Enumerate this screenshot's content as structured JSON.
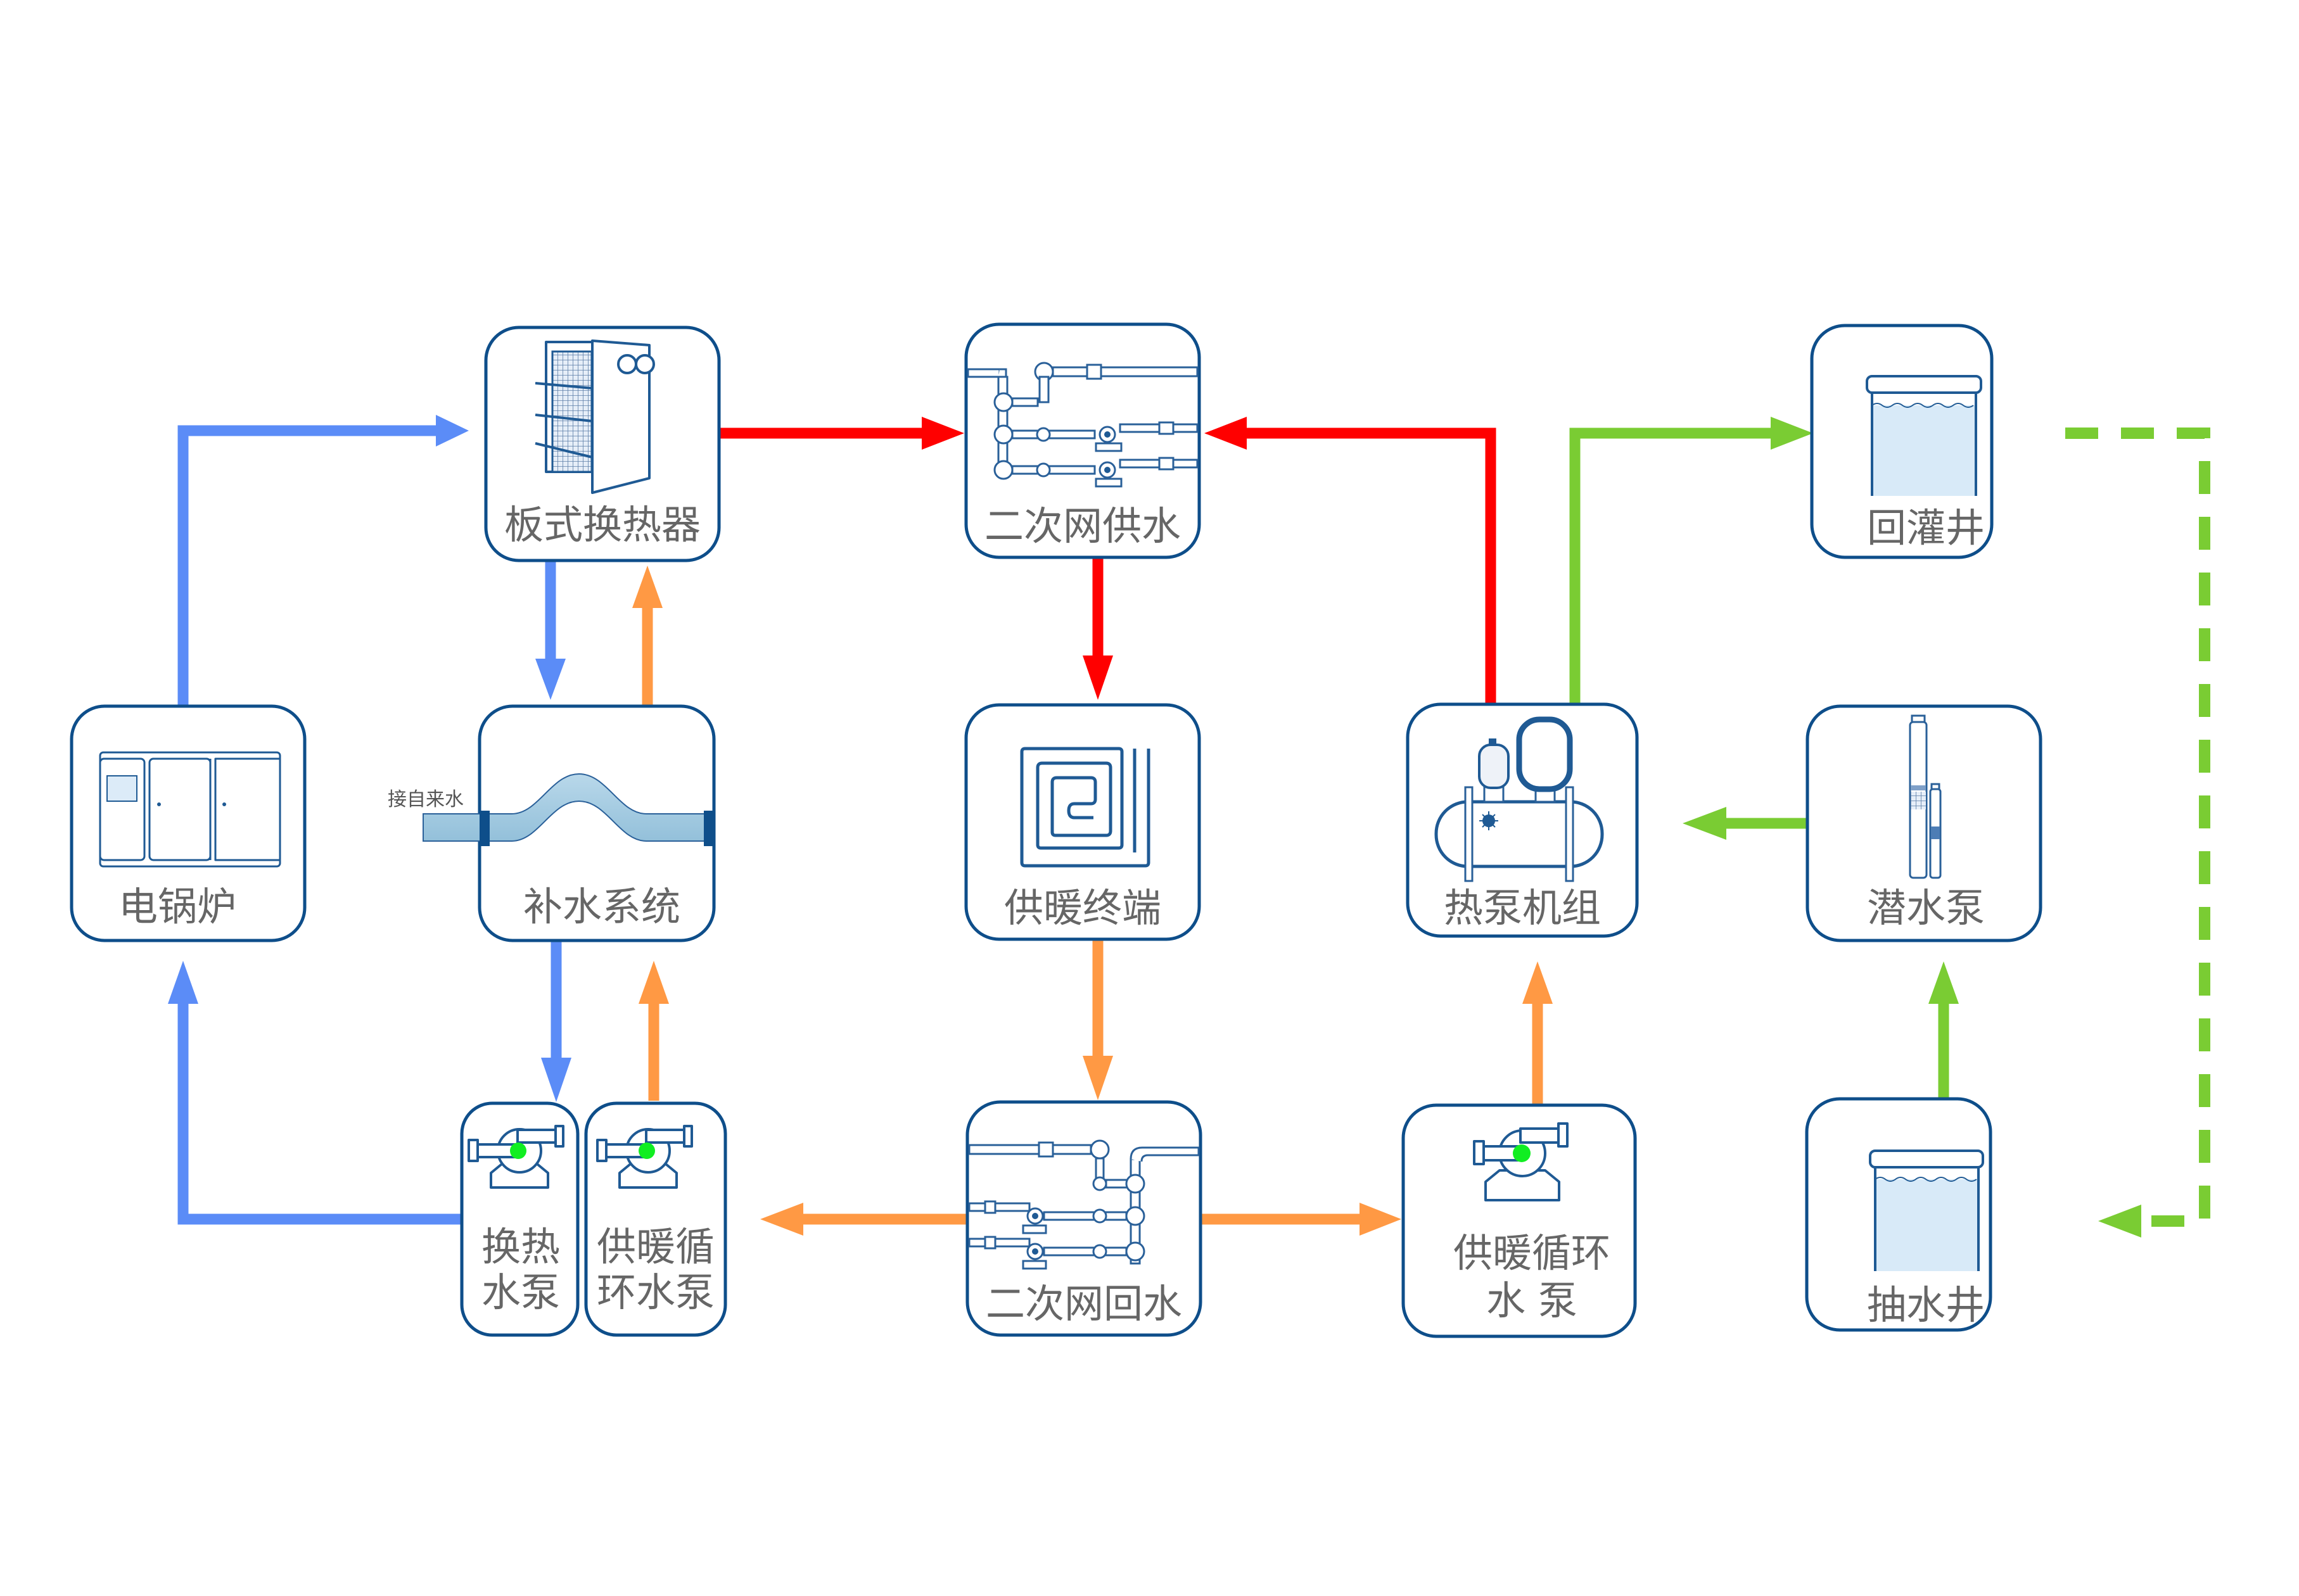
{
  "title": "Heat pump + electric boiler heating system flow diagram",
  "colors": {
    "box_border": "#0E4E8A",
    "label_text": "#666666",
    "boiler_loop": "#5B8CF7",
    "supply_hot": "#FF0000",
    "return_warm": "#FF9944",
    "groundwater": "#7ACC33",
    "pump_indicator": "#11EE22",
    "well_water": "#D8EAF8"
  },
  "nodes": {
    "plate_hx": {
      "label": "板式换热器",
      "icon": "plate-heat-exchanger-icon"
    },
    "secondary_supply": {
      "label": "二次网供水",
      "icon": "pipe-manifold-icon"
    },
    "reinjection_well": {
      "label": "回灌井",
      "icon": "well-icon"
    },
    "electric_boiler": {
      "label": "电锅炉",
      "icon": "electric-boiler-icon"
    },
    "makeup_water": {
      "label": "补水系统",
      "icon": "pipe-loop-icon",
      "inlet_label": "接自来水"
    },
    "heating_terminal": {
      "label": "供暖终端",
      "icon": "floor-heating-coil-icon"
    },
    "heat_pump_unit": {
      "label": "热泵机组",
      "icon": "heat-pump-unit-icon"
    },
    "submersible_pump": {
      "label": "潜水泵",
      "icon": "submersible-pump-icon"
    },
    "hx_pump": {
      "label_lines": [
        "换热",
        "水泵"
      ],
      "icon": "centrifugal-pump-icon"
    },
    "circ_pump_left": {
      "label_lines": [
        "供暖循",
        "环水泵"
      ],
      "icon": "centrifugal-pump-icon"
    },
    "secondary_return": {
      "label": "二次网回水",
      "icon": "pipe-manifold-icon"
    },
    "circ_pump_right": {
      "label_lines": [
        "供暖循环",
        "水 泵"
      ],
      "icon": "centrifugal-pump-icon"
    },
    "pumping_well": {
      "label": "抽水井",
      "icon": "well-icon"
    }
  },
  "flows": [
    {
      "from": "electric_boiler",
      "to": "plate_hx",
      "color": "boiler_loop",
      "style": "solid"
    },
    {
      "from": "plate_hx",
      "to": "makeup_water",
      "color": "boiler_loop",
      "style": "solid"
    },
    {
      "from": "makeup_water",
      "to": "hx_pump",
      "color": "boiler_loop",
      "style": "solid"
    },
    {
      "from": "hx_pump",
      "to": "electric_boiler",
      "color": "boiler_loop",
      "style": "solid"
    },
    {
      "from": "circ_pump_left",
      "to": "makeup_water",
      "color": "return_warm",
      "style": "solid"
    },
    {
      "from": "makeup_water",
      "to": "plate_hx",
      "color": "return_warm",
      "style": "solid"
    },
    {
      "from": "plate_hx",
      "to": "secondary_supply",
      "color": "supply_hot",
      "style": "solid"
    },
    {
      "from": "heat_pump_unit",
      "to": "secondary_supply",
      "color": "supply_hot",
      "style": "solid"
    },
    {
      "from": "secondary_supply",
      "to": "heating_terminal",
      "color": "supply_hot",
      "style": "solid"
    },
    {
      "from": "heating_terminal",
      "to": "secondary_return",
      "color": "return_warm",
      "style": "solid"
    },
    {
      "from": "secondary_return",
      "to": "circ_pump_left",
      "color": "return_warm",
      "style": "solid"
    },
    {
      "from": "secondary_return",
      "to": "circ_pump_right",
      "color": "return_warm",
      "style": "solid"
    },
    {
      "from": "circ_pump_right",
      "to": "heat_pump_unit",
      "color": "return_warm",
      "style": "solid"
    },
    {
      "from": "heat_pump_unit",
      "to": "reinjection_well",
      "color": "groundwater",
      "style": "solid"
    },
    {
      "from": "reinjection_well",
      "to": "pumping_well",
      "color": "groundwater",
      "style": "dashed"
    },
    {
      "from": "pumping_well",
      "to": "submersible_pump",
      "color": "groundwater",
      "style": "solid"
    },
    {
      "from": "submersible_pump",
      "to": "heat_pump_unit",
      "color": "groundwater",
      "style": "solid"
    }
  ]
}
